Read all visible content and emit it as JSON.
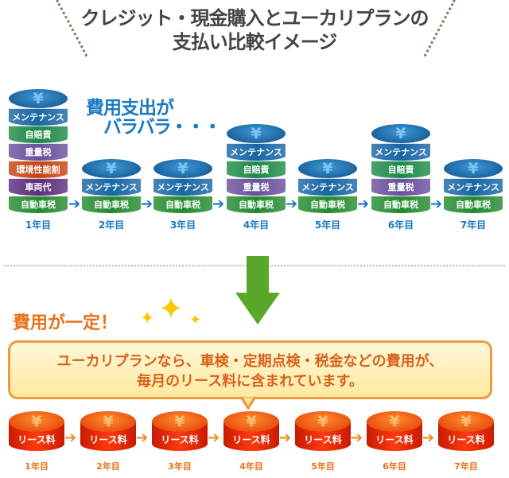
{
  "title": {
    "line1": "クレジット・現金購入とユーカリプランの",
    "line2": "支払い比較イメージ"
  },
  "headline": {
    "line1": "費用支出が",
    "line2": "バラバラ・・・"
  },
  "yen_symbol": "¥",
  "arrow_symbol": "➔",
  "colors": {
    "メンテナンス": "#1866a6",
    "自賠責": "#1d8a48",
    "重量税": "#6a4f9e",
    "環境性能割": "#c8430f",
    "車両代": "#5e2c7e",
    "自動車税": "#238a2e"
  },
  "purchase_years": [
    {
      "label": "1年目",
      "layers": [
        "メンテナンス",
        "自賠責",
        "重量税",
        "環境性能割",
        "車両代",
        "自動車税"
      ]
    },
    {
      "label": "2年目",
      "layers": [
        "メンテナンス",
        "自動車税"
      ]
    },
    {
      "label": "3年目",
      "layers": [
        "メンテナンス",
        "自動車税"
      ]
    },
    {
      "label": "4年目",
      "layers": [
        "メンテナンス",
        "自賠責",
        "重量税",
        "自動車税"
      ]
    },
    {
      "label": "5年目",
      "layers": [
        "メンテナンス",
        "自動車税"
      ]
    },
    {
      "label": "6年目",
      "layers": [
        "メンテナンス",
        "自賠責",
        "重量税",
        "自動車税"
      ]
    },
    {
      "label": "7年目",
      "layers": [
        "メンテナンス",
        "自動車税"
      ]
    }
  ],
  "fixed_label": "費用が一定！",
  "callout": {
    "line1": "ユーカリプランなら、車検・定期点検・税金などの費用が、",
    "line2": "毎月のリース料に含まれています。"
  },
  "lease_label": "リース料",
  "lease_years": [
    "1年目",
    "2年目",
    "3年目",
    "4年目",
    "5年目",
    "6年目",
    "7年目"
  ]
}
